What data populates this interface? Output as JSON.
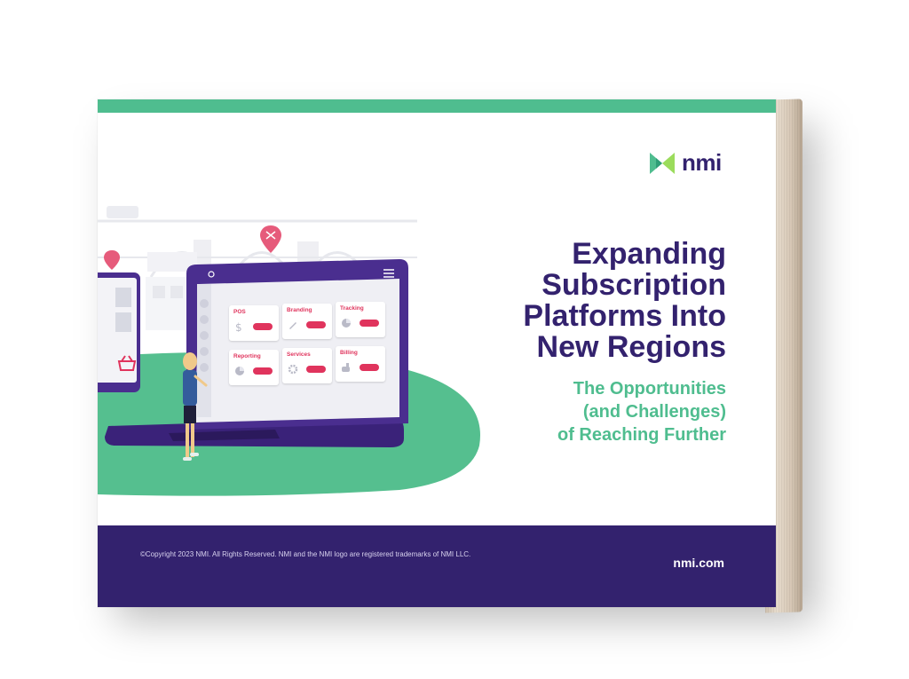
{
  "cover": {
    "brand": "nmi",
    "title_lines": [
      "Expanding",
      "Subscription",
      "Platforms Into",
      "New Regions"
    ],
    "subtitle_lines": [
      "The Opportunities",
      "(and Challenges)",
      "of Reaching Further"
    ],
    "copyright": "©Copyright 2023 NMI. All Rights Reserved. NMI and the NMI logo are registered trademarks of NMI LLC.",
    "website": "nmi.com"
  },
  "dashboard": {
    "cards": [
      {
        "label": "POS",
        "icon": "dollar-icon"
      },
      {
        "label": "Branding",
        "icon": "pencil-icon"
      },
      {
        "label": "Tracking",
        "icon": "pie-chart-icon"
      },
      {
        "label": "Reporting",
        "icon": "pie-chart-icon"
      },
      {
        "label": "Services",
        "icon": "gear-icon"
      },
      {
        "label": "Billing",
        "icon": "hand-icon"
      }
    ]
  },
  "colors": {
    "brand_purple": "#33226e",
    "brand_green": "#4fbd8f",
    "accent_pink": "#e0345d",
    "laptop_purple": "#4a2e8f"
  }
}
